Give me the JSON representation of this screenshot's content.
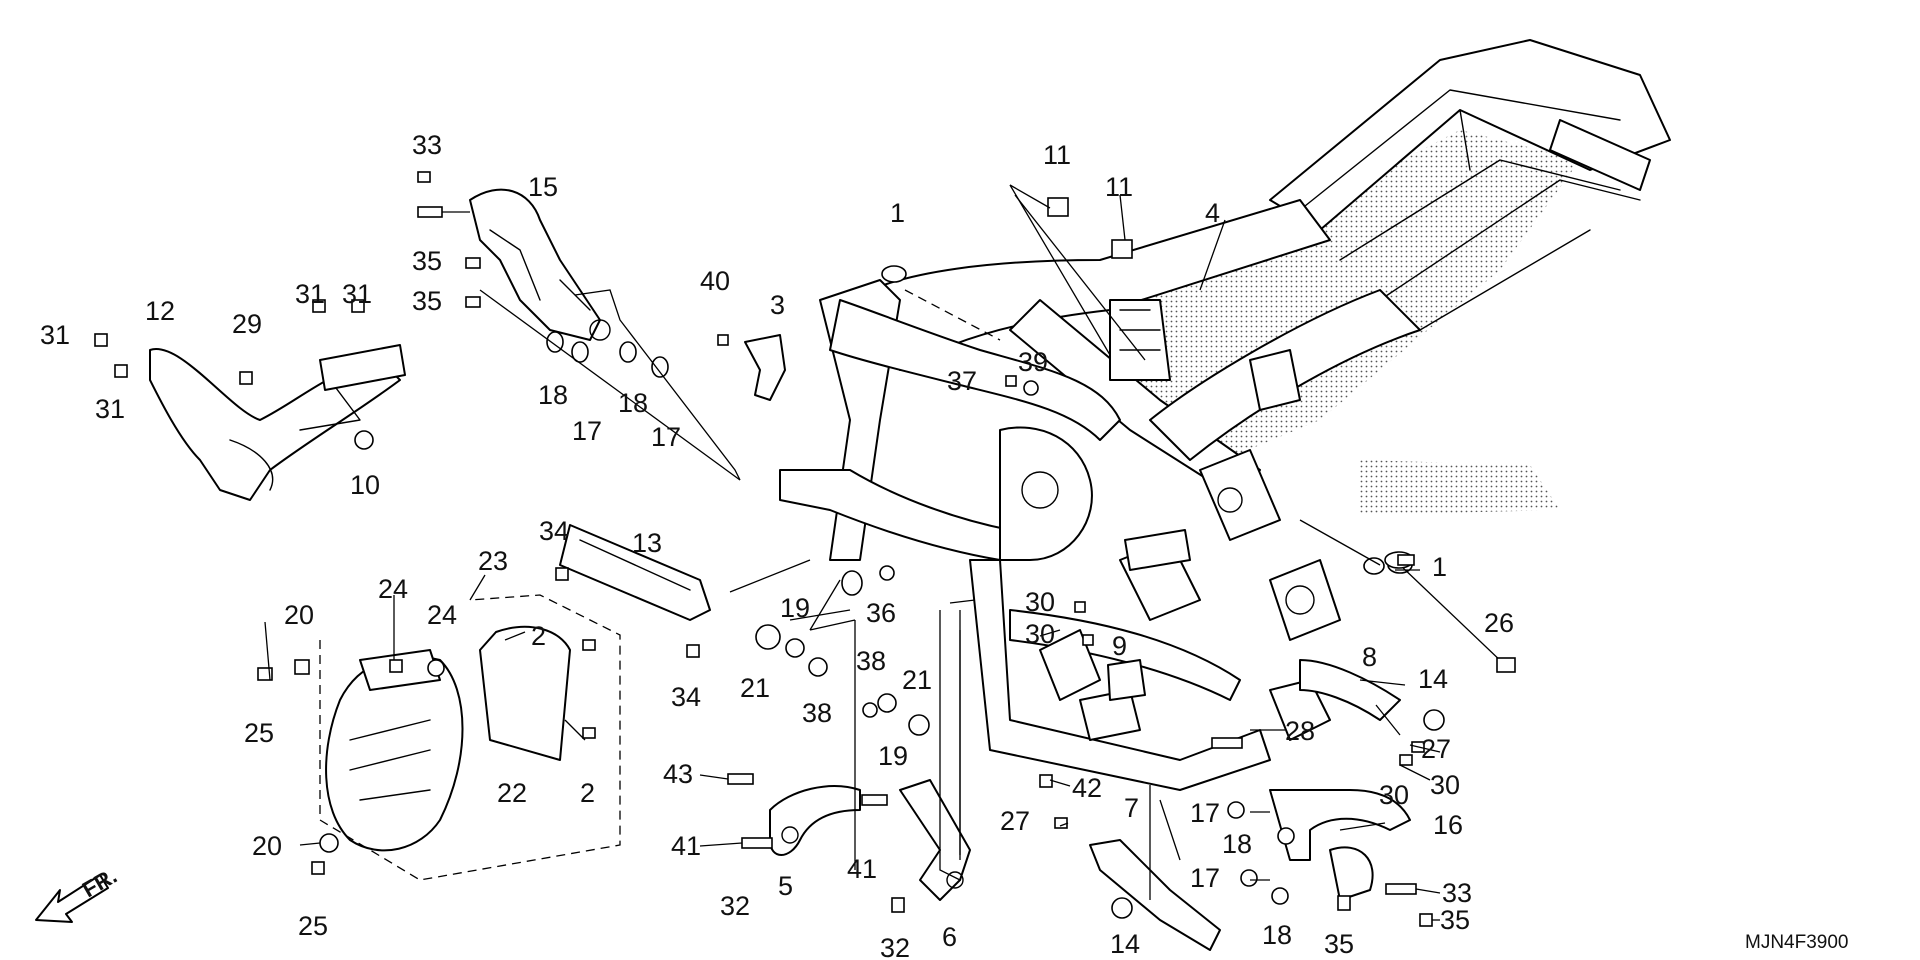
{
  "diagram": {
    "code": "MJN4F3900",
    "direction_label": "FR.",
    "callouts": [
      {
        "t": "33"
      },
      {
        "t": "15"
      },
      {
        "t": "35"
      },
      {
        "t": "35"
      },
      {
        "t": "18"
      },
      {
        "t": "17"
      },
      {
        "t": "18"
      },
      {
        "t": "17"
      },
      {
        "t": "31"
      },
      {
        "t": "12"
      },
      {
        "t": "29"
      },
      {
        "t": "31"
      },
      {
        "t": "31"
      },
      {
        "t": "31"
      },
      {
        "t": "10"
      },
      {
        "t": "40"
      },
      {
        "t": "3"
      },
      {
        "t": "1"
      },
      {
        "t": "11"
      },
      {
        "t": "11"
      },
      {
        "t": "4"
      },
      {
        "t": "37"
      },
      {
        "t": "39"
      },
      {
        "t": "34"
      },
      {
        "t": "13"
      },
      {
        "t": "34"
      },
      {
        "t": "23"
      },
      {
        "t": "24"
      },
      {
        "t": "20"
      },
      {
        "t": "24"
      },
      {
        "t": "2"
      },
      {
        "t": "25"
      },
      {
        "t": "22"
      },
      {
        "t": "2"
      },
      {
        "t": "20"
      },
      {
        "t": "25"
      },
      {
        "t": "19"
      },
      {
        "t": "36"
      },
      {
        "t": "21"
      },
      {
        "t": "38"
      },
      {
        "t": "38"
      },
      {
        "t": "21"
      },
      {
        "t": "19"
      },
      {
        "t": "30"
      },
      {
        "t": "30"
      },
      {
        "t": "9"
      },
      {
        "t": "1"
      },
      {
        "t": "26"
      },
      {
        "t": "8"
      },
      {
        "t": "14"
      },
      {
        "t": "27"
      },
      {
        "t": "30"
      },
      {
        "t": "30"
      },
      {
        "t": "28"
      },
      {
        "t": "42"
      },
      {
        "t": "27"
      },
      {
        "t": "7"
      },
      {
        "t": "17"
      },
      {
        "t": "18"
      },
      {
        "t": "16"
      },
      {
        "t": "17"
      },
      {
        "t": "18"
      },
      {
        "t": "33"
      },
      {
        "t": "35"
      },
      {
        "t": "35"
      },
      {
        "t": "14"
      },
      {
        "t": "43"
      },
      {
        "t": "41"
      },
      {
        "t": "32"
      },
      {
        "t": "5"
      },
      {
        "t": "41"
      },
      {
        "t": "32"
      },
      {
        "t": "6"
      }
    ]
  }
}
